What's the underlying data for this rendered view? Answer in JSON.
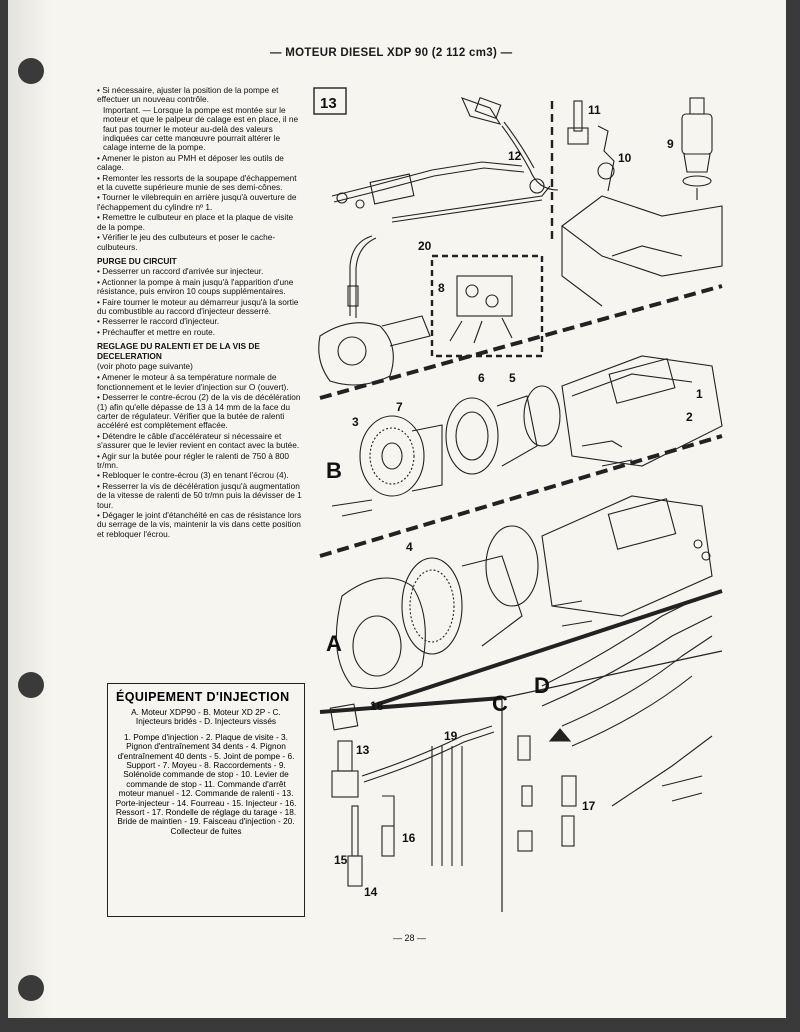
{
  "running_header": "— MOTEUR DIESEL XDP 90 (2 112 cm3) —",
  "column": {
    "p1": "• Si nécessaire, ajuster la position de la pompe et effectuer un nouveau contrôle.",
    "p2": "Important. — Lorsque la pompe est montée sur le moteur et que le palpeur de calage est en place, il ne faut pas tourner le moteur au-delà des valeurs indiquées car cette manœuvre pourrait altérer le calage interne de la pompe.",
    "p3": "• Amener le piston au PMH et déposer les outils de calage.",
    "p4": "• Remonter les ressorts de la soupape d'échappement et la cuvette supérieure munie de ses demi-cônes.",
    "p5": "• Tourner le vilebrequin en arrière jusqu'à ouverture de l'échappement du cylindre nº 1.",
    "p6": "• Remettre le culbuteur en place et la plaque de visite de la pompe.",
    "p7": "• Vérifier le jeu des culbuteurs et poser le cache-culbuteurs.",
    "h_purge": "PURGE DU CIRCUIT",
    "p8": "• Desserrer un raccord d'arrivée sur injecteur.",
    "p9": "• Actionner la pompe à main jusqu'à l'apparition d'une résistance, puis environ 10 coups supplémentaires.",
    "p10": "• Faire tourner le moteur au démarreur jusqu'à la sortie du combustible au raccord d'injecteur desserré.",
    "p11": "• Resserrer le raccord d'injecteur.",
    "p12": "• Préchauffer et mettre en route.",
    "h_reglage": "REGLAGE DU RALENTI ET DE LA VIS DE DECELERATION",
    "h_sub": "(voir photo page suivante)",
    "p13": "• Amener le moteur à sa température normale de fonctionnement et le levier d'injection sur O (ouvert).",
    "p14": "• Desserrer le contre-écrou (2) de la vis de décélération (1) afin qu'elle dépasse de 13 à 14 mm de la face du carter de régulateur. Vérifier que la butée de ralenti accéléré est complètement effacée.",
    "p15": "• Détendre le câble d'accélérateur si nécessaire et s'assurer que le levier revient en contact avec la butée.",
    "p16": "• Agir sur la butée pour régler le ralenti de 750 à 800 tr/mn.",
    "p17": "• Rebloquer le contre-écrou (3) en tenant l'écrou (4).",
    "p18": "• Resserrer la vis de décélération jusqu'à augmentation de la vitesse de ralenti de 50 tr/mn puis la dévisser de 1 tour.",
    "p19": "• Dégager le joint d'étanchéité en cas de résistance lors du serrage de la vis, maintenir la vis dans cette position et rebloquer l'écrou."
  },
  "legend": {
    "title": "ÉQUIPEMENT D'INJECTION",
    "intro": "A. Moteur XDP90 - B. Moteur XD 2P - C. Injecteurs bridés - D. Injecteurs vissés",
    "items": "1. Pompe d'injection - 2. Plaque de visite - 3. Pignon d'entraînement 34 dents - 4. Pignon d'entraînement 40 dents - 5. Joint de pompe - 6. Support - 7. Moyeu - 8. Raccordements - 9. Solénoïde commande de stop - 10. Levier de commande de stop - 11. Commande d'arrêt moteur manuel - 12. Commande de ralenti - 13. Porte-injecteur - 14. Fourreau - 15. Injecteur - 16. Ressort - 17. Rondelle de réglage du tarage - 18. Bride de maintien - 19. Faisceau d'injection - 20. Collecteur de fuites"
  },
  "figure": {
    "number": "13",
    "section_a": "A",
    "section_b": "B",
    "section_c": "C",
    "section_d": "D",
    "callouts": [
      "1",
      "2",
      "3",
      "4",
      "5",
      "6",
      "7",
      "8",
      "9",
      "10",
      "11",
      "12",
      "13",
      "14",
      "15",
      "16",
      "17",
      "18",
      "19",
      "20"
    ]
  },
  "page_number": "— 28 —"
}
